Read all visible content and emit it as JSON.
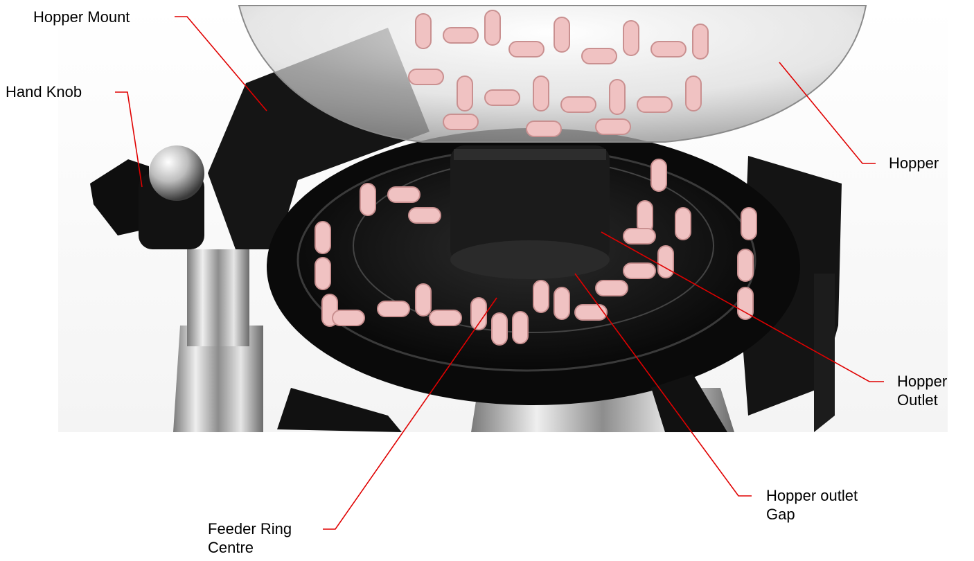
{
  "labels": {
    "hopper_mount": "Hopper Mount",
    "hand_knob": "Hand Knob",
    "hopper": "Hopper",
    "hopper_outlet_line1": "Hopper",
    "hopper_outlet_line2": "Outlet",
    "hopper_outlet_gap_line1": "Hopper outlet",
    "hopper_outlet_gap_line2": "Gap",
    "feeder_ring_centre_line1": "Feeder Ring",
    "feeder_ring_centre_line2": "Centre"
  },
  "colors": {
    "leader_line": "#e00000",
    "pill": "#f0c2c2",
    "pill_shadow": "#c99090",
    "frame": "#141414",
    "steel": "#c8c8c8"
  }
}
